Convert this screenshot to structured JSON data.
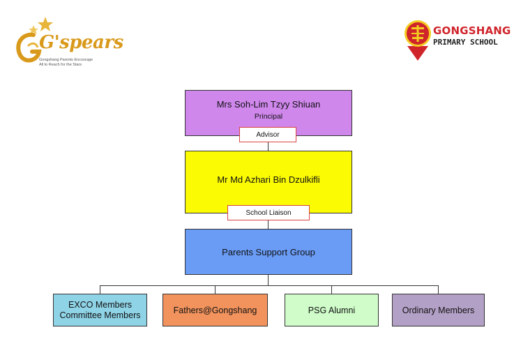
{
  "logos": {
    "gspears": {
      "wordmark": "G'spears",
      "tagline_line1": "Gongshang Parents Encourage",
      "tagline_line2": "All to Reach for the Stars"
    },
    "school": {
      "name_line1": "GONGSHANG",
      "name_line2": "PRIMARY SCHOOL"
    }
  },
  "org_chart": {
    "principal": {
      "name": "Mrs Soh-Lim Tzyy Shiuan",
      "role": "Principal"
    },
    "advisor_label": "Advisor",
    "liaison": {
      "name": "Mr Md Azhari Bin Dzulkifli"
    },
    "school_liaison_label": "School Liaison",
    "group": {
      "name": "Parents Support Group"
    },
    "subgroups": [
      {
        "line1": "EXCO Members",
        "line2": "Committee Members"
      },
      {
        "name": "Fathers@Gongshang"
      },
      {
        "name": "PSG Alumni"
      },
      {
        "name": "Ordinary Members"
      }
    ]
  },
  "colors": {
    "principal": "#cf87ec",
    "liaison": "#fbfb04",
    "group": "#6a9cf6",
    "exco": "#8fd3e6",
    "fathers": "#f2935d",
    "alumni": "#cffcc9",
    "ordinary": "#b3a0c6",
    "label_border": "#d9423f",
    "gspears_gold": "#d99a1c",
    "school_red": "#d0242b"
  }
}
